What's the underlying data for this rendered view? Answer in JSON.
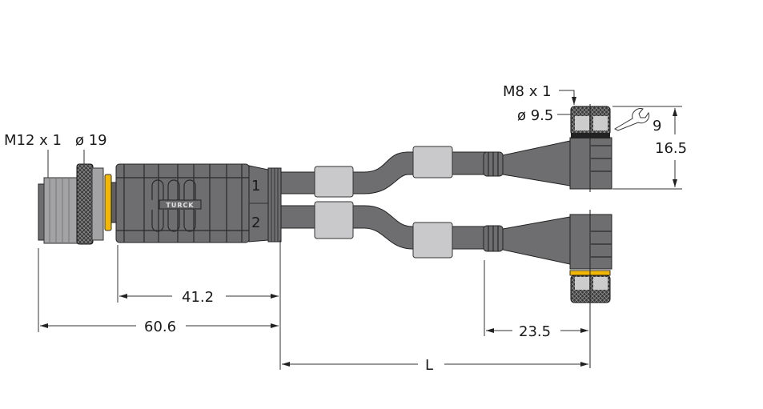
{
  "drawing": {
    "labels": {
      "m12_thread": "M12 x 1",
      "m12_diameter": "ø 19",
      "m8_thread": "M8 x 1",
      "m8_diameter": "ø 9.5",
      "wrench_size": "9",
      "height": "16.5",
      "branch_1": "1",
      "branch_2": "2",
      "brand": "TURCK"
    },
    "dimensions": {
      "body_length": "41.2",
      "total_plug_length": "60.6",
      "angle_offset": "23.5",
      "cable_length": "L"
    },
    "colors": {
      "body": "#6e6e70",
      "ring": "#f2b705",
      "sleeve": "#c9c9cb"
    }
  }
}
